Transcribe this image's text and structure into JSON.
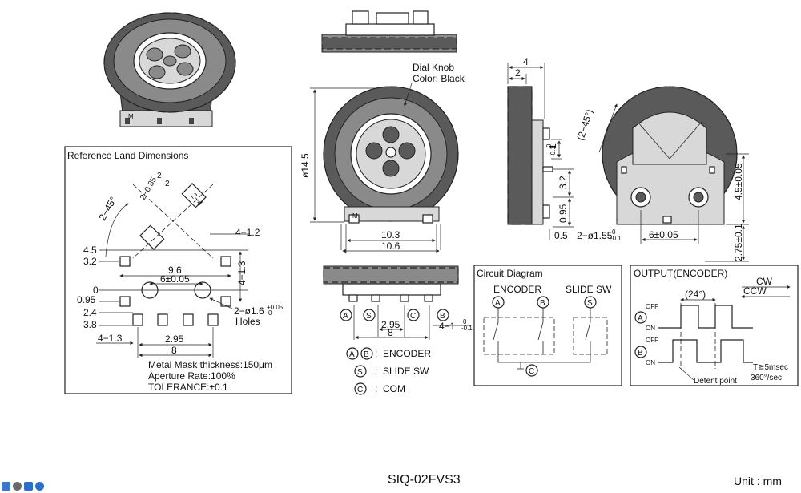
{
  "footer": {
    "model": "SIQ-02FVS3",
    "unit": "Unit : mm"
  },
  "tray_icons": [
    "keyboard-icon",
    "user-icon",
    "shirt-icon",
    "gear-icon"
  ],
  "colors": {
    "tray_keyboard": "#3a78c8",
    "tray_user": "#6a6a6a",
    "tray_shirt": "#2a6fc9",
    "tray_gear": "#2a6fc9"
  },
  "top_views": {
    "mark": "M",
    "knob": "Dial Knob",
    "knob_color": "Color: Black"
  },
  "front_view_dims": {
    "dia": "ø14.5",
    "w103": "10.3",
    "w106": "10.6"
  },
  "side_view_dims": {
    "w4": "4",
    "w2": "2",
    "h1": "1",
    "h1tol": "-0.1",
    "h1tolu": "0",
    "h32": "3.2",
    "h095": "0.95",
    "w05": "0.5"
  },
  "rear_view_dims": {
    "angle": "(2−45°)",
    "h45": "4.5±0.05",
    "h275": "2.75±0.1",
    "holes": "2−ø1.55",
    "holes_tol_u": "0",
    "holes_tol_l": "-0.1",
    "w6": "6±0.05"
  },
  "land": {
    "title": "Reference Land Dimensions",
    "d2": "2",
    "d085": "2−0.85",
    "d2b": "2",
    "d24": "2−4",
    "d245": "2−45°",
    "d412": "4−1.2",
    "d45": "4.5",
    "d32": "3.2",
    "d96": "9.6",
    "d413": "4−1.3",
    "d0": "0",
    "d095": "0.95",
    "d6": "6±0.05",
    "d24b": "2.4",
    "d38": "3.8",
    "d216": "2−ø1.6",
    "d216tol": "+0.05",
    "d216tol2": "0",
    "holes": "Holes",
    "d413b": "4−1.3",
    "d295": "2.95",
    "d8": "8",
    "mask": "Metal Mask thickness:150μm",
    "aperture": "Aperture Rate:100%",
    "tolerance": "TOLERANCE:±0.1"
  },
  "bottom_dims": {
    "d295": "2.95",
    "d8": "8",
    "d41": "4−1",
    "tol_u": "0",
    "tol_l": "-0.1"
  },
  "legend": {
    "ab": "ENCODER",
    "s": "SLIDE SW",
    "c": "COM",
    "sep": ":"
  },
  "pins": {
    "a": "A",
    "b": "B",
    "s": "S",
    "c": "C"
  },
  "circuit": {
    "title": "Circuit Diagram",
    "encoder": "ENCODER",
    "slide": "SLIDE SW"
  },
  "output": {
    "title": "OUTPUT(ENCODER)",
    "cw": "CW",
    "ccw": "CCW",
    "angle": "(24°)",
    "off": "OFF",
    "on": "ON",
    "detent": "Detent point",
    "t": "T≧5msec",
    "speed": "360°/sec"
  }
}
